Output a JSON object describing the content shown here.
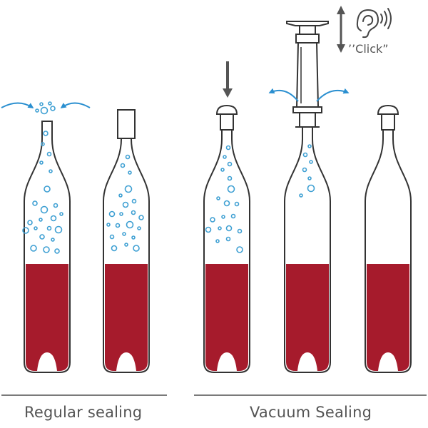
{
  "labels": {
    "regular": "Regular sealing",
    "vacuum": "Vacuum Sealing",
    "click": "’’Click”"
  },
  "colors": {
    "wine": "#a61b2c",
    "bubble": "#3fa0d3",
    "outline": "#333333",
    "arrow_blue": "#2a8fd0",
    "arrow_grey": "#555555",
    "text": "#555555"
  },
  "icons": [
    "ear-icon",
    "sound-waves-icon",
    "down-arrow-icon",
    "up-down-arrow-icon",
    "airflow-arrow-icon"
  ]
}
